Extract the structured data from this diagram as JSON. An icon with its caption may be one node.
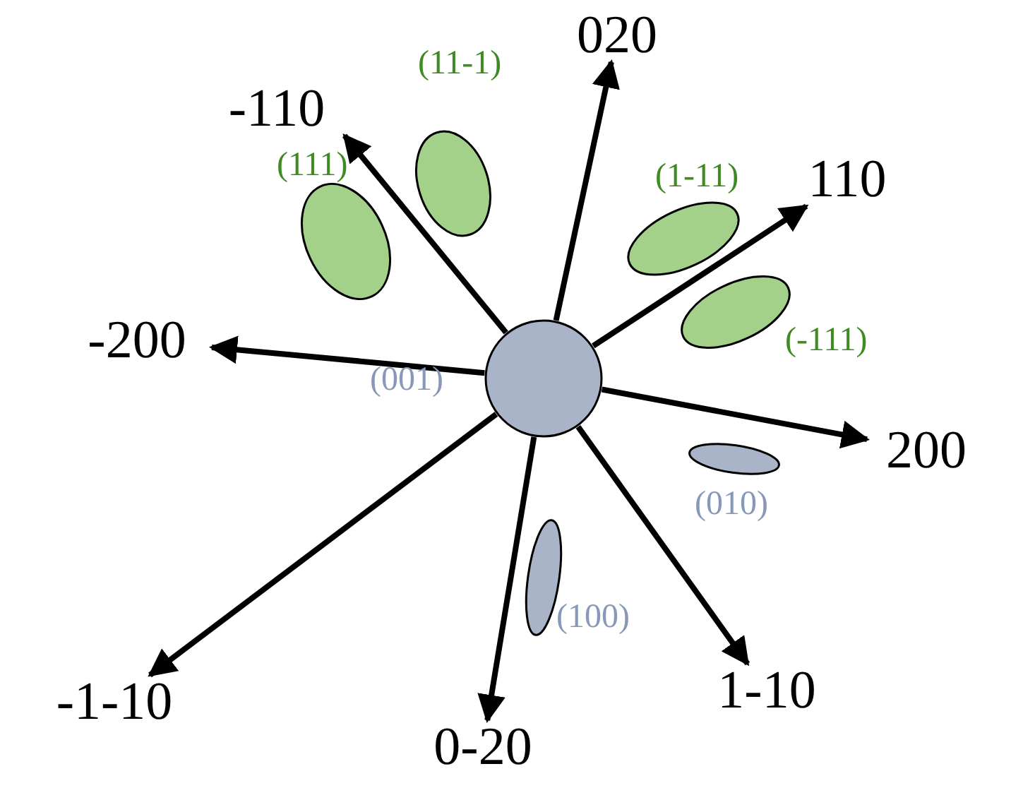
{
  "diagram": {
    "nodes": [
      {
        "text": [],
        "shape": "circle",
        "beside": [
          "(001)"
        ]
      },
      {
        "text": [
          "020"
        ]
      },
      {
        "text": [
          "-110"
        ]
      },
      {
        "text": [
          "110"
        ]
      },
      {
        "text": [
          "-200"
        ]
      },
      {
        "text": [
          "200"
        ]
      },
      {
        "text": [
          "-1-10"
        ]
      },
      {
        "text": [
          "0-20"
        ]
      },
      {
        "text": [
          "1-10"
        ]
      },
      {
        "text": [],
        "shape": "ellipse",
        "beside": [
          "(11-1)"
        ]
      },
      {
        "text": [],
        "shape": "ellipse",
        "beside": [
          "(111)"
        ]
      },
      {
        "text": [],
        "shape": "ellipse",
        "beside": [
          "(1-11)"
        ]
      },
      {
        "text": [],
        "shape": "ellipse",
        "beside": [
          "(-111)"
        ]
      },
      {
        "text": [],
        "shape": "ellipse",
        "beside": [
          "(010)"
        ]
      },
      {
        "text": [],
        "shape": "ellipse",
        "beside": [
          "(100)"
        ]
      }
    ],
    "edges": [
      {
        "from": 0,
        "to": 1,
        "arrow": "to"
      },
      {
        "from": 0,
        "to": 2,
        "arrow": "to"
      },
      {
        "from": 0,
        "to": 3,
        "arrow": "to"
      },
      {
        "from": 0,
        "to": 4,
        "arrow": "to"
      },
      {
        "from": 0,
        "to": 5,
        "arrow": "to"
      },
      {
        "from": 0,
        "to": 6,
        "arrow": "to"
      },
      {
        "from": 0,
        "to": 7,
        "arrow": "to"
      },
      {
        "from": 0,
        "to": 8,
        "arrow": "to"
      }
    ]
  }
}
